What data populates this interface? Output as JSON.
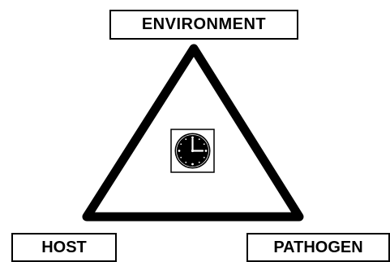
{
  "labels": {
    "top": "ENVIRONMENT",
    "bottom_left": "HOST",
    "bottom_right": "PATHOGEN"
  },
  "center_icon": "clock-icon",
  "colors": {
    "stroke": "#000000",
    "background": "#ffffff"
  }
}
